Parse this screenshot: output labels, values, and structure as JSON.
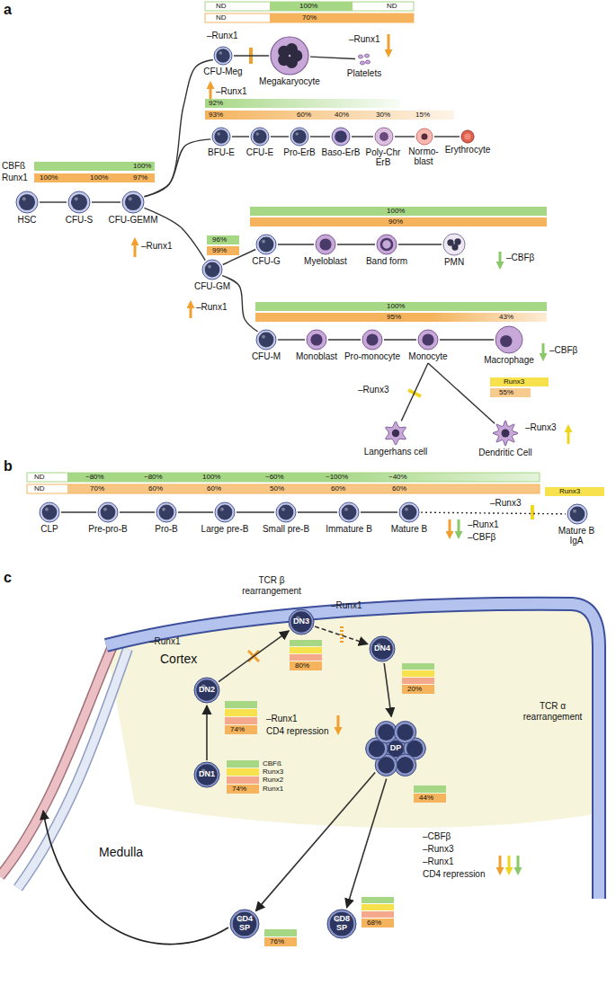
{
  "diagram": {
    "nodes": [
      {
        "text": [
          "HSC"
        ]
      },
      {
        "text": [
          "CFU-S"
        ]
      },
      {
        "text": [
          "CFU-GEMM"
        ]
      },
      {
        "text": [
          "CFU-Meg"
        ]
      },
      {
        "text": [
          "Megakaryocyte"
        ]
      },
      {
        "text": [
          "Platelets"
        ]
      },
      {
        "text": [
          "BFU-E"
        ]
      },
      {
        "text": [
          "CFU-E"
        ]
      },
      {
        "text": [
          "Pro-ErB"
        ]
      },
      {
        "text": [
          "Baso-ErB"
        ]
      },
      {
        "text": [
          "Poly-Chr ErB"
        ]
      },
      {
        "text": [
          "Normo- blast"
        ]
      },
      {
        "text": [
          "Erythrocyte"
        ]
      },
      {
        "text": [
          "CFU-GM"
        ]
      },
      {
        "text": [
          "CFU-G"
        ]
      },
      {
        "text": [
          "Myeloblast"
        ]
      },
      {
        "text": [
          "Band form"
        ]
      },
      {
        "text": [
          "PMN"
        ]
      },
      {
        "text": [
          "CFU-M"
        ]
      },
      {
        "text": [
          "Monoblast"
        ]
      },
      {
        "text": [
          "Pro-monocyte"
        ]
      },
      {
        "text": [
          "Monocyte"
        ]
      },
      {
        "text": [
          "Macrophage"
        ]
      },
      {
        "text": [
          "Langerhans cell"
        ]
      },
      {
        "text": [
          "Dendritic Cell"
        ]
      },
      {
        "text": [
          "CLP"
        ]
      },
      {
        "text": [
          "Pre-pro-B"
        ]
      },
      {
        "text": [
          "Pro-B"
        ]
      },
      {
        "text": [
          "Large pre-B"
        ]
      },
      {
        "text": [
          "Small pre-B"
        ]
      },
      {
        "text": [
          "Immature B"
        ]
      },
      {
        "text": [
          "Mature B"
        ]
      },
      {
        "text": [
          "Mature B IgA"
        ]
      },
      {
        "text": [
          "DN1"
        ]
      },
      {
        "text": [
          "DN2"
        ]
      },
      {
        "text": [
          "DN3"
        ]
      },
      {
        "text": [
          "DN4"
        ]
      },
      {
        "text": [
          "DP"
        ]
      },
      {
        "text": [
          "CD4 SP"
        ]
      },
      {
        "text": [
          "CD8 SP"
        ]
      }
    ],
    "edges": [
      {
        "from": 0,
        "to": 1,
        "arrow": "none"
      },
      {
        "from": 1,
        "to": 2,
        "arrow": "none"
      },
      {
        "from": 2,
        "to": 3,
        "arrow": "none"
      },
      {
        "from": 2,
        "to": 6,
        "arrow": "none"
      },
      {
        "from": 2,
        "to": 13,
        "arrow": "none"
      },
      {
        "from": 3,
        "to": 4,
        "arrow": "none"
      },
      {
        "from": 4,
        "to": 5,
        "arrow": "none"
      },
      {
        "from": 6,
        "to": 7,
        "arrow": "none"
      },
      {
        "from": 7,
        "to": 8,
        "arrow": "none"
      },
      {
        "from": 8,
        "to": 9,
        "arrow": "none"
      },
      {
        "from": 9,
        "to": 10,
        "arrow": "none"
      },
      {
        "from": 10,
        "to": 11,
        "arrow": "none"
      },
      {
        "from": 11,
        "to": 12,
        "arrow": "none"
      },
      {
        "from": 13,
        "to": 14,
        "arrow": "none"
      },
      {
        "from": 13,
        "to": 18,
        "arrow": "none"
      },
      {
        "from": 14,
        "to": 15,
        "arrow": "none"
      },
      {
        "from": 15,
        "to": 16,
        "arrow": "none"
      },
      {
        "from": 16,
        "to": 17,
        "arrow": "none"
      },
      {
        "from": 18,
        "to": 19,
        "arrow": "none"
      },
      {
        "from": 19,
        "to": 20,
        "arrow": "none"
      },
      {
        "from": 20,
        "to": 21,
        "arrow": "none"
      },
      {
        "from": 21,
        "to": 22,
        "arrow": "none"
      },
      {
        "from": 21,
        "to": 23,
        "arrow": "none"
      },
      {
        "from": 21,
        "to": 24,
        "arrow": "none"
      },
      {
        "from": 25,
        "to": 26,
        "arrow": "none"
      },
      {
        "from": 26,
        "to": 27,
        "arrow": "none"
      },
      {
        "from": 27,
        "to": 28,
        "arrow": "none"
      },
      {
        "from": 28,
        "to": 29,
        "arrow": "none"
      },
      {
        "from": 29,
        "to": 30,
        "arrow": "none"
      },
      {
        "from": 30,
        "to": 31,
        "arrow": "none"
      },
      {
        "from": 31,
        "to": 32,
        "arrow": "none"
      },
      {
        "from": 33,
        "to": 34,
        "arrow": "to"
      },
      {
        "from": 34,
        "to": 35,
        "arrow": "to"
      },
      {
        "from": 35,
        "to": 36,
        "arrow": "to"
      },
      {
        "from": 36,
        "to": 37,
        "arrow": "to"
      },
      {
        "from": 37,
        "to": 38,
        "arrow": "to"
      },
      {
        "from": 37,
        "to": 39,
        "arrow": "to"
      }
    ],
    "labels": [
      "a",
      "ND",
      "100%",
      "ND",
      "ND",
      "70%",
      "–Runx1",
      "–Runx1",
      "–Runx1",
      "92%",
      "93%",
      "60%",
      "40%",
      "30%",
      "15%",
      "CBFß",
      "100%",
      "Runx1",
      "100%",
      "100%",
      "97%",
      "–Runx1",
      "96%",
      "99%",
      "–Runx1",
      "100%",
      "90%",
      "–CBFβ",
      "100%",
      "95%",
      "43%",
      "–CBFβ",
      "–Runx3",
      "Runx3",
      "55%",
      "–Runx3",
      "b",
      "ND",
      "~80%",
      "~80%",
      "100%",
      "~60%",
      "~100%",
      "~40%",
      "ND",
      "70%",
      "60%",
      "60%",
      "50%",
      "60%",
      "60%",
      "–Runx1",
      "–CBFβ",
      "–Runx3",
      "Runx3",
      "c",
      "TCR β rearrangement",
      "Cortex",
      "–Runx1",
      "80%",
      "–Runx1",
      "20%",
      "74%",
      "–Runx1",
      "CD4 repression",
      "74%",
      "44%",
      "–CBFβ",
      "–Runx3",
      "–Runx1",
      "CD4 repression",
      "TCR α rearrangement",
      "Medulla",
      "76%",
      "68%"
    ],
    "legend": [
      {
        "text": "CBFß",
        "color": "#a6d785"
      },
      {
        "text": "Runx3",
        "color": "#f7e14c"
      },
      {
        "text": "Runx2",
        "color": "#f5a98c"
      },
      {
        "text": "Runx1",
        "color": "#f4b35c"
      }
    ]
  }
}
